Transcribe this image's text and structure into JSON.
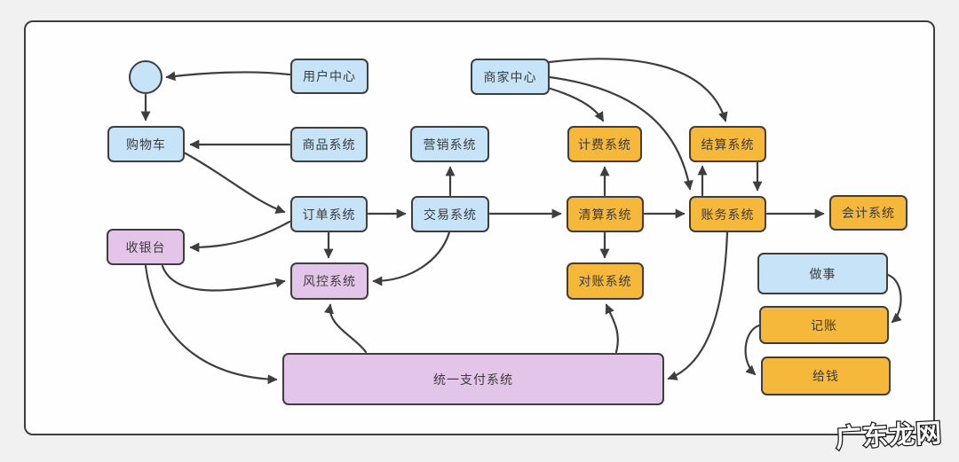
{
  "diagram": {
    "type": "flowchart",
    "watermark": "广东龙网",
    "palette": {
      "background": "#f1f1f2",
      "canvas": "#fefefe",
      "stroke": "#3e3e3e",
      "node_blue": "#c6e3f7",
      "node_orange": "#f6b83a",
      "node_purple": "#e4c5ea",
      "text": "#3b3b3b"
    },
    "nodes": [
      {
        "id": "start",
        "label": "",
        "shape": "circle",
        "color": "blue"
      },
      {
        "id": "user-center",
        "label": "用户中心",
        "color": "blue"
      },
      {
        "id": "shopping-cart",
        "label": "购物车",
        "color": "blue"
      },
      {
        "id": "product-system",
        "label": "商品系统",
        "color": "blue"
      },
      {
        "id": "marketing-system",
        "label": "营销系统",
        "color": "blue"
      },
      {
        "id": "merchant-center",
        "label": "商家中心",
        "color": "blue"
      },
      {
        "id": "billing-system",
        "label": "计费系统",
        "color": "orange"
      },
      {
        "id": "settlement-system",
        "label": "结算系统",
        "color": "orange"
      },
      {
        "id": "order-system",
        "label": "订单系统",
        "color": "blue"
      },
      {
        "id": "trade-system",
        "label": "交易系统",
        "color": "blue"
      },
      {
        "id": "clearing-system",
        "label": "清算系统",
        "color": "orange"
      },
      {
        "id": "ledger-system",
        "label": "账务系统",
        "color": "orange"
      },
      {
        "id": "accounting-system",
        "label": "会计系统",
        "color": "orange"
      },
      {
        "id": "cashier",
        "label": "收银台",
        "color": "purple"
      },
      {
        "id": "risk-control-system",
        "label": "风控系统",
        "color": "purple"
      },
      {
        "id": "reconciliation-system",
        "label": "对账系统",
        "color": "orange"
      },
      {
        "id": "unified-payment-system",
        "label": "统一支付系统",
        "color": "purple"
      },
      {
        "id": "do-things",
        "label": "做事",
        "color": "blue"
      },
      {
        "id": "record-accounts",
        "label": "记账",
        "color": "orange"
      },
      {
        "id": "pay-money",
        "label": "给钱",
        "color": "orange"
      }
    ],
    "edges": [
      {
        "from": "user-center",
        "to": "start"
      },
      {
        "from": "start",
        "to": "shopping-cart"
      },
      {
        "from": "product-system",
        "to": "shopping-cart"
      },
      {
        "from": "shopping-cart",
        "to": "order-system"
      },
      {
        "from": "order-system",
        "to": "cashier"
      },
      {
        "from": "order-system",
        "to": "trade-system"
      },
      {
        "from": "order-system",
        "to": "risk-control-system"
      },
      {
        "from": "trade-system",
        "to": "marketing-system"
      },
      {
        "from": "trade-system",
        "to": "clearing-system"
      },
      {
        "from": "trade-system",
        "to": "risk-control-system"
      },
      {
        "from": "cashier",
        "to": "risk-control-system"
      },
      {
        "from": "cashier",
        "to": "unified-payment-system"
      },
      {
        "from": "unified-payment-system",
        "to": "risk-control-system"
      },
      {
        "from": "unified-payment-system",
        "to": "reconciliation-system"
      },
      {
        "from": "clearing-system",
        "to": "billing-system"
      },
      {
        "from": "clearing-system",
        "to": "reconciliation-system"
      },
      {
        "from": "clearing-system",
        "to": "ledger-system"
      },
      {
        "from": "merchant-center",
        "to": "billing-system"
      },
      {
        "from": "merchant-center",
        "to": "settlement-system"
      },
      {
        "from": "merchant-center",
        "to": "ledger-system"
      },
      {
        "from": "ledger-system",
        "to": "settlement-system"
      },
      {
        "from": "settlement-system",
        "to": "ledger-system"
      },
      {
        "from": "ledger-system",
        "to": "accounting-system"
      },
      {
        "from": "ledger-system",
        "to": "unified-payment-system"
      },
      {
        "from": "do-things",
        "to": "record-accounts"
      },
      {
        "from": "record-accounts",
        "to": "pay-money"
      }
    ]
  }
}
